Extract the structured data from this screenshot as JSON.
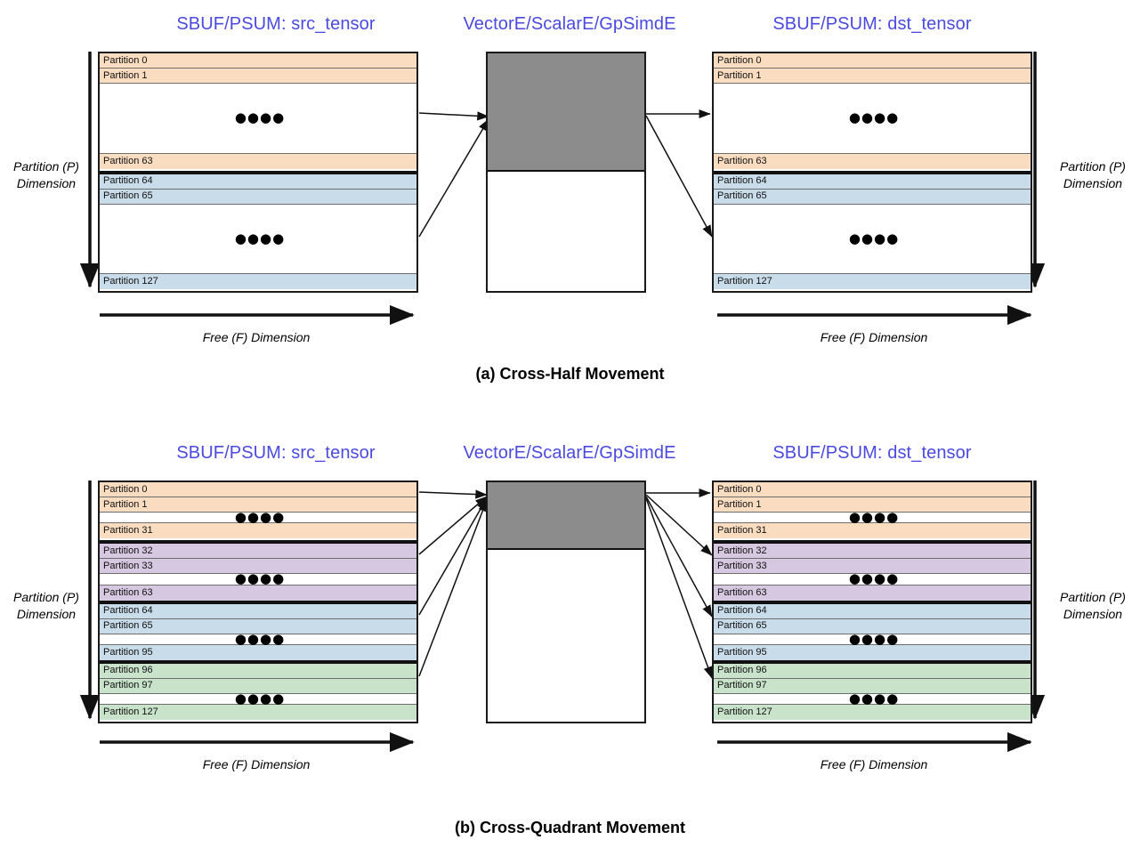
{
  "figure": {
    "colors": {
      "title_blue": "#4a4ae0",
      "quad_orange": "#fadcc1",
      "quad_purple": "#d6c8e0",
      "quad_blue": "#c9dcea",
      "quad_green": "#c9e3cb",
      "engine_gray": "#8c8c8c",
      "stroke": "#1a1a1a"
    }
  },
  "panel_a": {
    "caption": "(a) Cross-Half Movement",
    "src_title": "SBUF/PSUM: src_tensor",
    "engine_title": "VectorE/ScalarE/GpSimdE",
    "dst_title": "SBUF/PSUM: dst_tensor",
    "p_axis_label_left": "Partition (P)\nDimension",
    "p_axis_label_right": "Partition (P)\nDimension",
    "f_axis_label_left": "Free (F) Dimension",
    "f_axis_label_right": "Free (F) Dimension",
    "dots": "●●●●",
    "groups": [
      {
        "name": "half-upper",
        "color": "#fadcc1",
        "rows": [
          "Partition 0",
          "Partition 1",
          "",
          "Partition 63"
        ]
      },
      {
        "name": "half-lower",
        "color": "#c9dcea",
        "rows": [
          "Partition 64",
          "Partition 65",
          "",
          "Partition 127"
        ]
      }
    ]
  },
  "panel_b": {
    "caption": "(b) Cross-Quadrant Movement",
    "src_title": "SBUF/PSUM: src_tensor",
    "engine_title": "VectorE/ScalarE/GpSimdE",
    "dst_title": "SBUF/PSUM: dst_tensor",
    "p_axis_label_left": "Partition (P)\nDimension",
    "p_axis_label_right": "Partition (P)\nDimension",
    "f_axis_label_left": "Free (F) Dimension",
    "f_axis_label_right": "Free (F) Dimension",
    "dots": "●●●●",
    "groups": [
      {
        "name": "quadrant-0",
        "color": "#fadcc1",
        "rows": [
          "Partition 0",
          "Partition 1",
          "",
          "Partition 31"
        ]
      },
      {
        "name": "quadrant-1",
        "color": "#d6c8e0",
        "rows": [
          "Partition 32",
          "Partition 33",
          "",
          "Partition 63"
        ]
      },
      {
        "name": "quadrant-2",
        "color": "#c9dcea",
        "rows": [
          "Partition 64",
          "Partition 65",
          "",
          "Partition 95"
        ]
      },
      {
        "name": "quadrant-3",
        "color": "#c9e3cb",
        "rows": [
          "Partition 96",
          "Partition 97",
          "",
          "Partition 127"
        ]
      }
    ]
  }
}
